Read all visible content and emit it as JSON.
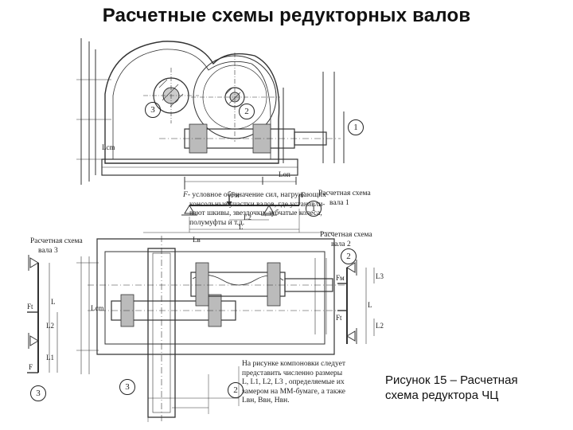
{
  "title": "Расчетные схемы редукторных валов",
  "caption": {
    "line1": "Рисунок 15 – Расчетная",
    "line2": "схема редуктора ЧЦ"
  },
  "force_note": {
    "symbol": "F",
    "lines": [
      "- условное обозначение сил, нагружающих",
      "консольные участки валов, где устанавли-",
      "вают шкивы, звездочки, зубчатые колеса,",
      "полумуфты и т.д."
    ]
  },
  "layout_note": {
    "lines": [
      "На рисунке компоновки следует",
      "представить численно размеры",
      "L, L1, L2, L3 , определяемые их",
      "замером на ММ-бумаге, а также",
      "Lвн, Bвн, Hвн."
    ]
  },
  "schemes": {
    "shaft1": {
      "line1": "Расчетная схема",
      "line2": "вала 1"
    },
    "shaft2": {
      "line1": "Расчетная схема",
      "line2": "вала 2"
    },
    "shaft3": {
      "line1": "Расчетная схема",
      "line2": "вала 3"
    }
  },
  "markers": {
    "c1": "1",
    "c2": "2",
    "c3": "3"
  },
  "dims": {
    "L": "L",
    "L1": "L1",
    "L2": "L2",
    "L3": "L3",
    "F": "F",
    "Fm": "Fм",
    "Ft": "Ft",
    "Lcm": "Lcm",
    "Lon": "Lоп",
    "Lb": "Lв"
  }
}
